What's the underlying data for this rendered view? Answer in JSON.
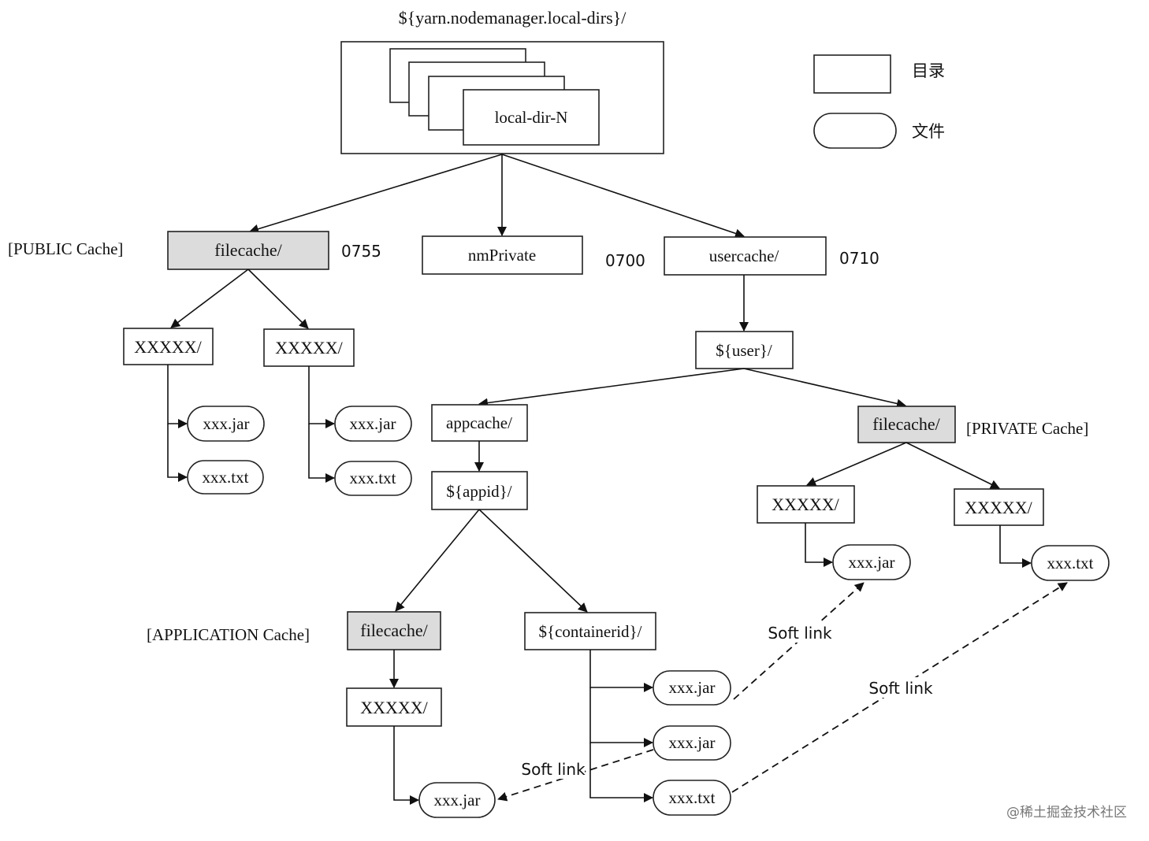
{
  "root_label": "${yarn.nodemanager.local-dirs}/",
  "local_dir": "local-dir-N",
  "legend": {
    "dir": "目录",
    "file": "文件"
  },
  "public": {
    "label": "[PUBLIC Cache]",
    "node": "filecache/",
    "perm": "0755",
    "dir_a": "XXXXX/",
    "dir_b": "XXXXX/",
    "a_jar": "xxx.jar",
    "a_txt": "xxx.txt",
    "b_jar": "xxx.jar",
    "b_txt": "xxx.txt"
  },
  "nmprivate": {
    "node": "nmPrivate",
    "perm": "0700"
  },
  "usercache": {
    "node": "usercache/",
    "perm": "0710",
    "user": "${user}/"
  },
  "appcache": {
    "node": "appcache/",
    "appid": "${appid}/"
  },
  "application": {
    "label": "[APPLICATION Cache]",
    "node": "filecache/",
    "dir": "XXXXX/",
    "jar": "xxx.jar"
  },
  "container": {
    "node": "${containerid}/",
    "jar1": "xxx.jar",
    "jar2": "xxx.jar",
    "txt": "xxx.txt"
  },
  "private": {
    "label": "[PRIVATE Cache]",
    "node": "filecache/",
    "dir_a": "XXXXX/",
    "dir_b": "XXXXX/",
    "jar": "xxx.jar",
    "txt": "xxx.txt"
  },
  "links": {
    "l1": "Soft link",
    "l2": "Soft link",
    "l3": "Soft link"
  },
  "watermark": "@稀土掘金技术社区"
}
